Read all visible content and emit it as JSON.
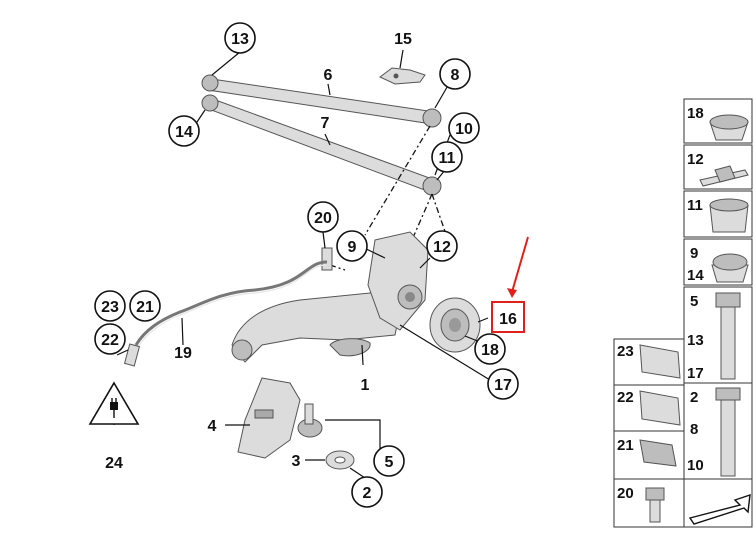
{
  "callouts": {
    "c13": "13",
    "c15": "15",
    "c6": "6",
    "c8": "8",
    "c14": "14",
    "c7": "7",
    "c10": "10",
    "c11": "11",
    "c20": "20",
    "c9": "9",
    "c12": "12",
    "c23": "23",
    "c21": "21",
    "c22": "22",
    "c19": "19",
    "c16": "16",
    "c18": "18",
    "c1": "1",
    "c17": "17",
    "c4": "4",
    "c5": "5",
    "c3": "3",
    "c2": "2",
    "c24": "24"
  },
  "legend": {
    "r1": {
      "left": "18",
      "right": ""
    },
    "r2": {
      "left": "12",
      "right": ""
    },
    "r3": {
      "left": "11",
      "right": ""
    },
    "r4": {
      "left": "9",
      "right": "14"
    },
    "r5": {
      "left": "5",
      "right": "13",
      "right2": "17"
    },
    "r6": {
      "left": "23",
      "right": ""
    },
    "r7": {
      "left": "22",
      "right": "2",
      "right2": "8"
    },
    "r8": {
      "left": "21",
      "right": "10"
    },
    "r9": {
      "left": "20",
      "right": ""
    }
  },
  "colors": {
    "highlight": "#e0201b",
    "outline": "#111111"
  },
  "icons": {
    "warning": "electrical-warning-icon",
    "pointer": "red-arrow-icon"
  }
}
